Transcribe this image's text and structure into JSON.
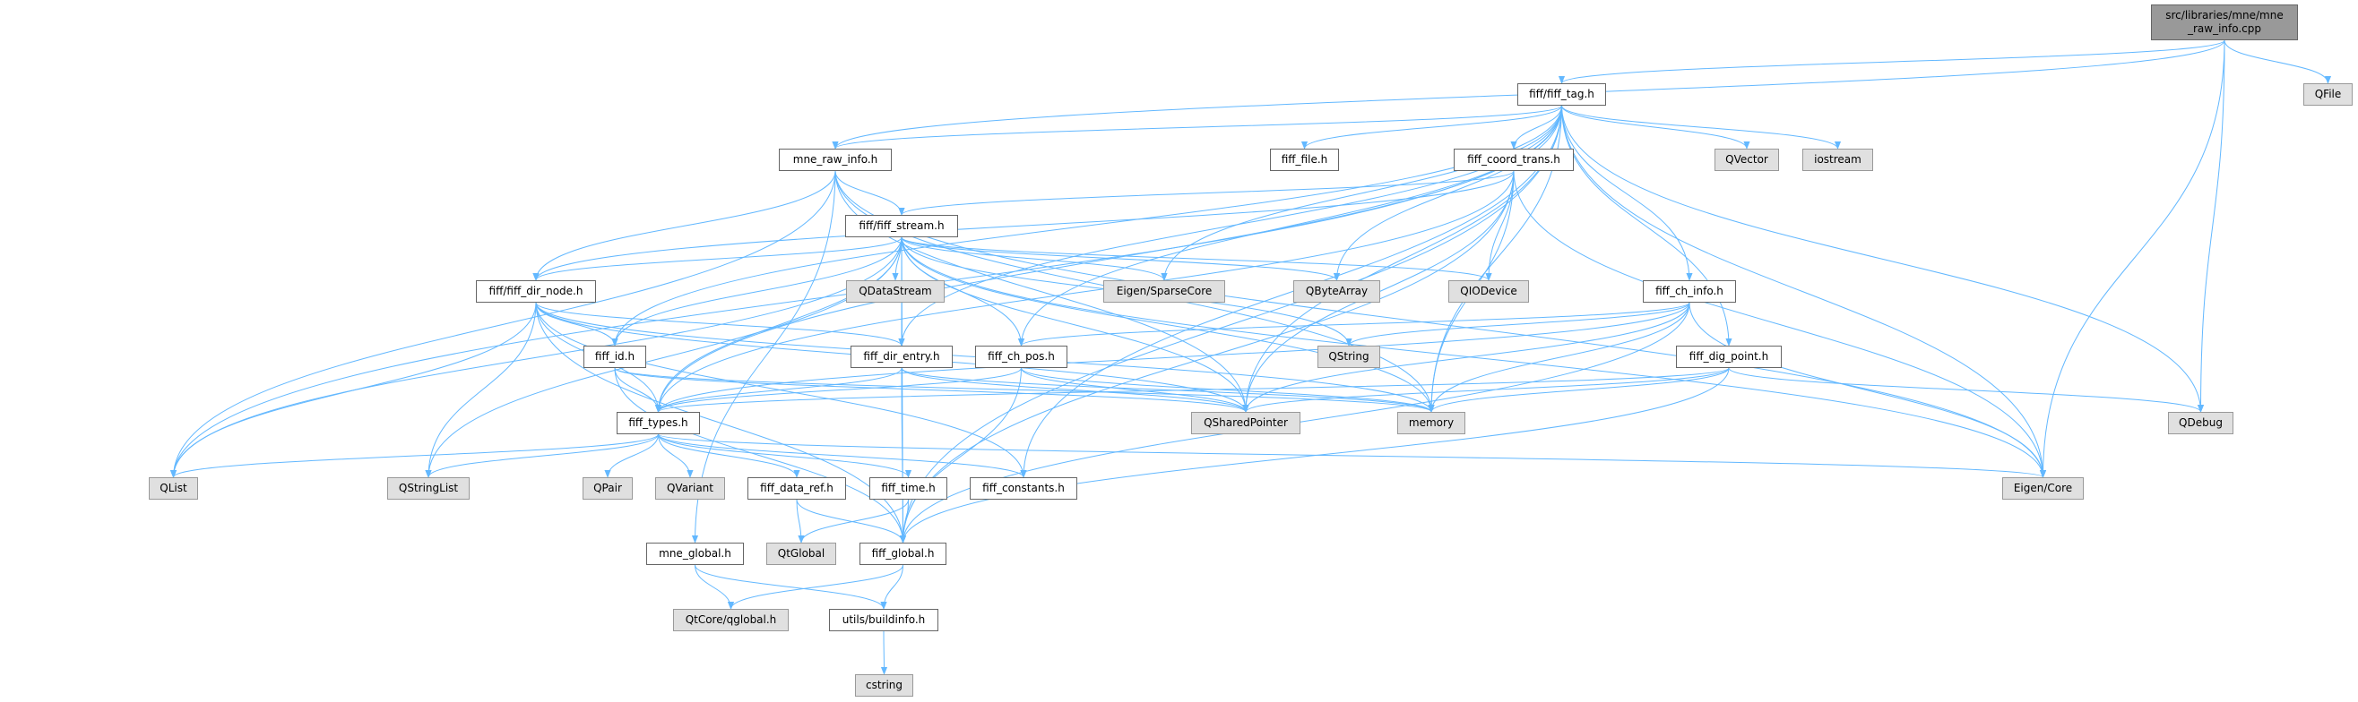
{
  "diagram": {
    "type": "include-dependency-graph",
    "edge_color": "#63b8ff",
    "root_fill": "#999999",
    "external_fill": "#e0e0e0",
    "nodes": [
      {
        "id": "root",
        "label": "src/libraries/mne/mne\n_raw_info.cpp",
        "kind": "root"
      },
      {
        "id": "fiff_tag",
        "label": "fiff/fiff_tag.h",
        "kind": "local"
      },
      {
        "id": "QFile",
        "label": "QFile",
        "kind": "ext"
      },
      {
        "id": "mne_raw_info",
        "label": "mne_raw_info.h",
        "kind": "local"
      },
      {
        "id": "fiff_file",
        "label": "fiff_file.h",
        "kind": "local"
      },
      {
        "id": "fiff_coord_trans",
        "label": "fiff_coord_trans.h",
        "kind": "local"
      },
      {
        "id": "QVector",
        "label": "QVector",
        "kind": "ext"
      },
      {
        "id": "iostream",
        "label": "iostream",
        "kind": "ext"
      },
      {
        "id": "fiff_stream",
        "label": "fiff/fiff_stream.h",
        "kind": "local"
      },
      {
        "id": "fiff_dir_node",
        "label": "fiff/fiff_dir_node.h",
        "kind": "local"
      },
      {
        "id": "QDataStream",
        "label": "QDataStream",
        "kind": "ext"
      },
      {
        "id": "SparseCore",
        "label": "Eigen/SparseCore",
        "kind": "ext"
      },
      {
        "id": "QByteArray",
        "label": "QByteArray",
        "kind": "ext"
      },
      {
        "id": "QIODevice",
        "label": "QIODevice",
        "kind": "ext"
      },
      {
        "id": "fiff_ch_info",
        "label": "fiff_ch_info.h",
        "kind": "local"
      },
      {
        "id": "fiff_id",
        "label": "fiff_id.h",
        "kind": "local"
      },
      {
        "id": "fiff_dir_entry",
        "label": "fiff_dir_entry.h",
        "kind": "local"
      },
      {
        "id": "fiff_ch_pos",
        "label": "fiff_ch_pos.h",
        "kind": "local"
      },
      {
        "id": "QString",
        "label": "QString",
        "kind": "ext"
      },
      {
        "id": "fiff_dig_point",
        "label": "fiff_dig_point.h",
        "kind": "local"
      },
      {
        "id": "fiff_types",
        "label": "fiff_types.h",
        "kind": "local"
      },
      {
        "id": "QSharedPointer",
        "label": "QSharedPointer",
        "kind": "ext"
      },
      {
        "id": "memory",
        "label": "memory",
        "kind": "ext"
      },
      {
        "id": "QDebug",
        "label": "QDebug",
        "kind": "ext"
      },
      {
        "id": "QList",
        "label": "QList",
        "kind": "ext"
      },
      {
        "id": "QStringList",
        "label": "QStringList",
        "kind": "ext"
      },
      {
        "id": "QPair",
        "label": "QPair",
        "kind": "ext"
      },
      {
        "id": "QVariant",
        "label": "QVariant",
        "kind": "ext"
      },
      {
        "id": "fiff_data_ref",
        "label": "fiff_data_ref.h",
        "kind": "local"
      },
      {
        "id": "fiff_time",
        "label": "fiff_time.h",
        "kind": "local"
      },
      {
        "id": "fiff_constants",
        "label": "fiff_constants.h",
        "kind": "local"
      },
      {
        "id": "EigenCore",
        "label": "Eigen/Core",
        "kind": "ext"
      },
      {
        "id": "mne_global",
        "label": "mne_global.h",
        "kind": "local"
      },
      {
        "id": "QtGlobal",
        "label": "QtGlobal",
        "kind": "ext"
      },
      {
        "id": "fiff_global",
        "label": "fiff_global.h",
        "kind": "local"
      },
      {
        "id": "qglobal",
        "label": "QtCore/qglobal.h",
        "kind": "ext"
      },
      {
        "id": "buildinfo",
        "label": "utils/buildinfo.h",
        "kind": "local"
      },
      {
        "id": "cstring",
        "label": "cstring",
        "kind": "ext"
      }
    ],
    "edges": [
      [
        "root",
        "fiff_tag"
      ],
      [
        "root",
        "mne_raw_info"
      ],
      [
        "root",
        "QFile"
      ],
      [
        "root",
        "QDebug"
      ],
      [
        "root",
        "EigenCore"
      ],
      [
        "fiff_tag",
        "fiff_types"
      ],
      [
        "fiff_tag",
        "fiff_id"
      ],
      [
        "fiff_tag",
        "fiff_global"
      ],
      [
        "fiff_tag",
        "QList"
      ],
      [
        "fiff_tag",
        "fiff_file"
      ],
      [
        "fiff_tag",
        "fiff_coord_trans"
      ],
      [
        "fiff_tag",
        "QVector"
      ],
      [
        "fiff_tag",
        "iostream"
      ],
      [
        "fiff_tag",
        "QByteArray"
      ],
      [
        "fiff_tag",
        "QSharedPointer"
      ],
      [
        "fiff_tag",
        "fiff_ch_info"
      ],
      [
        "fiff_tag",
        "fiff_dig_point"
      ],
      [
        "fiff_tag",
        "QDebug"
      ],
      [
        "fiff_tag",
        "EigenCore"
      ],
      [
        "fiff_tag",
        "SparseCore"
      ],
      [
        "fiff_tag",
        "fiff_constants"
      ],
      [
        "fiff_tag",
        "memory"
      ],
      [
        "fiff_tag",
        "fiff_dir_entry"
      ],
      [
        "fiff_tag",
        "fiff_ch_pos"
      ],
      [
        "fiff_tag",
        "mne_raw_info"
      ],
      [
        "mne_raw_info",
        "fiff_stream"
      ],
      [
        "mne_raw_info",
        "fiff_dir_node"
      ],
      [
        "mne_raw_info",
        "QList"
      ],
      [
        "mne_raw_info",
        "mne_global"
      ],
      [
        "mne_raw_info",
        "EigenCore"
      ],
      [
        "mne_raw_info",
        "memory"
      ],
      [
        "mne_raw_info",
        "QSharedPointer"
      ],
      [
        "fiff_coord_trans",
        "fiff_stream"
      ],
      [
        "fiff_coord_trans",
        "fiff_dir_node"
      ],
      [
        "fiff_coord_trans",
        "fiff_types"
      ],
      [
        "fiff_coord_trans",
        "QIODevice"
      ],
      [
        "fiff_coord_trans",
        "QSharedPointer"
      ],
      [
        "fiff_coord_trans",
        "memory"
      ],
      [
        "fiff_coord_trans",
        "EigenCore"
      ],
      [
        "fiff_coord_trans",
        "fiff_global"
      ],
      [
        "fiff_stream",
        "fiff_dir_node"
      ],
      [
        "fiff_stream",
        "QDataStream"
      ],
      [
        "fiff_stream",
        "SparseCore"
      ],
      [
        "fiff_stream",
        "QByteArray"
      ],
      [
        "fiff_stream",
        "QIODevice"
      ],
      [
        "fiff_stream",
        "QString"
      ],
      [
        "fiff_stream",
        "QList"
      ],
      [
        "fiff_stream",
        "QStringList"
      ],
      [
        "fiff_stream",
        "fiff_id"
      ],
      [
        "fiff_stream",
        "fiff_types"
      ],
      [
        "fiff_stream",
        "fiff_dir_entry"
      ],
      [
        "fiff_stream",
        "fiff_ch_pos"
      ],
      [
        "fiff_stream",
        "QSharedPointer"
      ],
      [
        "fiff_stream",
        "memory"
      ],
      [
        "fiff_stream",
        "EigenCore"
      ],
      [
        "fiff_stream",
        "fiff_global"
      ],
      [
        "fiff_dir_node",
        "fiff_id"
      ],
      [
        "fiff_dir_node",
        "fiff_types"
      ],
      [
        "fiff_dir_node",
        "fiff_dir_entry"
      ],
      [
        "fiff_dir_node",
        "QList"
      ],
      [
        "fiff_dir_node",
        "QStringList"
      ],
      [
        "fiff_dir_node",
        "fiff_global"
      ],
      [
        "fiff_dir_node",
        "fiff_constants"
      ],
      [
        "fiff_dir_node",
        "QSharedPointer"
      ],
      [
        "fiff_dir_node",
        "memory"
      ],
      [
        "fiff_ch_info",
        "fiff_ch_pos"
      ],
      [
        "fiff_ch_info",
        "fiff_types"
      ],
      [
        "fiff_ch_info",
        "QString"
      ],
      [
        "fiff_ch_info",
        "QSharedPointer"
      ],
      [
        "fiff_ch_info",
        "memory"
      ],
      [
        "fiff_ch_info",
        "EigenCore"
      ],
      [
        "fiff_ch_info",
        "fiff_global"
      ],
      [
        "fiff_id",
        "fiff_types"
      ],
      [
        "fiff_id",
        "fiff_global"
      ],
      [
        "fiff_id",
        "QSharedPointer"
      ],
      [
        "fiff_id",
        "memory"
      ],
      [
        "fiff_dir_entry",
        "fiff_types"
      ],
      [
        "fiff_dir_entry",
        "fiff_global"
      ],
      [
        "fiff_dir_entry",
        "QSharedPointer"
      ],
      [
        "fiff_dir_entry",
        "memory"
      ],
      [
        "fiff_ch_pos",
        "fiff_types"
      ],
      [
        "fiff_ch_pos",
        "fiff_global"
      ],
      [
        "fiff_ch_pos",
        "QSharedPointer"
      ],
      [
        "fiff_ch_pos",
        "memory"
      ],
      [
        "fiff_dig_point",
        "fiff_types"
      ],
      [
        "fiff_dig_point",
        "QSharedPointer"
      ],
      [
        "fiff_dig_point",
        "memory"
      ],
      [
        "fiff_dig_point",
        "QDebug"
      ],
      [
        "fiff_dig_point",
        "fiff_global"
      ],
      [
        "fiff_types",
        "QList"
      ],
      [
        "fiff_types",
        "QStringList"
      ],
      [
        "fiff_types",
        "QPair"
      ],
      [
        "fiff_types",
        "QVariant"
      ],
      [
        "fiff_types",
        "fiff_data_ref"
      ],
      [
        "fiff_types",
        "fiff_time"
      ],
      [
        "fiff_types",
        "fiff_constants"
      ],
      [
        "fiff_types",
        "EigenCore"
      ],
      [
        "fiff_data_ref",
        "QtGlobal"
      ],
      [
        "fiff_data_ref",
        "fiff_global"
      ],
      [
        "fiff_time",
        "QtGlobal"
      ],
      [
        "fiff_time",
        "fiff_global"
      ],
      [
        "fiff_global",
        "qglobal"
      ],
      [
        "fiff_global",
        "buildinfo"
      ],
      [
        "mne_global",
        "qglobal"
      ],
      [
        "mne_global",
        "buildinfo"
      ],
      [
        "buildinfo",
        "cstring"
      ]
    ]
  }
}
